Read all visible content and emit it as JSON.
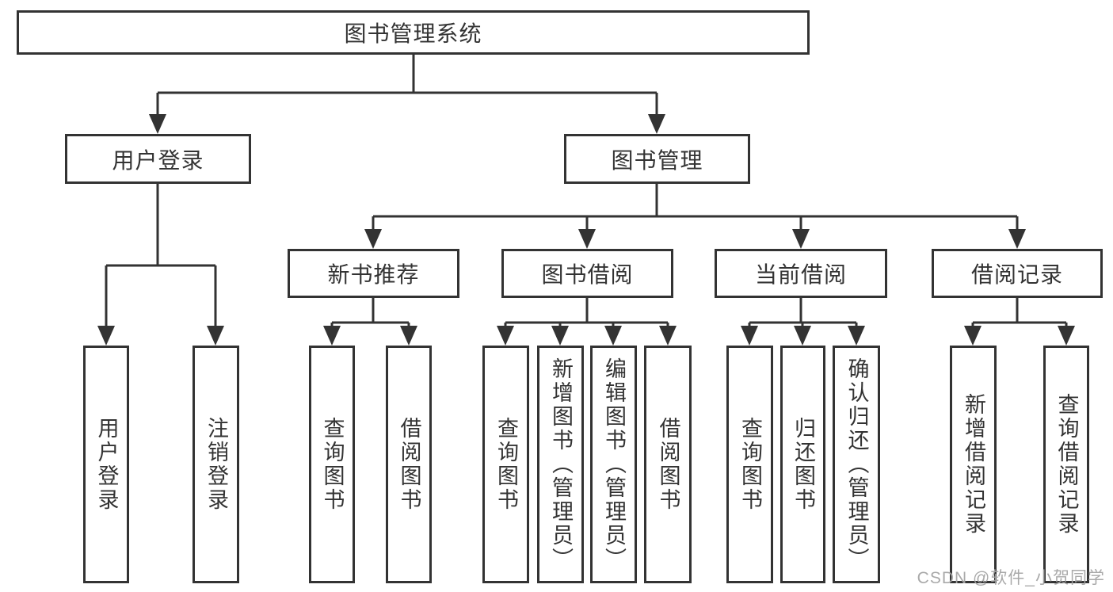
{
  "watermark": "CSDN @软件_小贺同学",
  "tree": {
    "label": "图书管理系统",
    "children": [
      {
        "label": "用户登录",
        "children": [
          {
            "label": "用户登录"
          },
          {
            "label": "注销登录"
          }
        ]
      },
      {
        "label": "图书管理",
        "children": [
          {
            "label": "新书推荐",
            "children": [
              {
                "label": "查询图书"
              },
              {
                "label": "借阅图书"
              }
            ]
          },
          {
            "label": "图书借阅",
            "children": [
              {
                "label": "查询图书"
              },
              {
                "label": "新增图书（管理员）"
              },
              {
                "label": "编辑图书（管理员）"
              },
              {
                "label": "借阅图书"
              }
            ]
          },
          {
            "label": "当前借阅",
            "children": [
              {
                "label": "查询图书"
              },
              {
                "label": "归还图书"
              },
              {
                "label": "确认归还（管理员）"
              }
            ]
          },
          {
            "label": "借阅记录",
            "children": [
              {
                "label": "新增借阅记录"
              },
              {
                "label": "查询借阅记录"
              }
            ]
          }
        ]
      }
    ]
  }
}
